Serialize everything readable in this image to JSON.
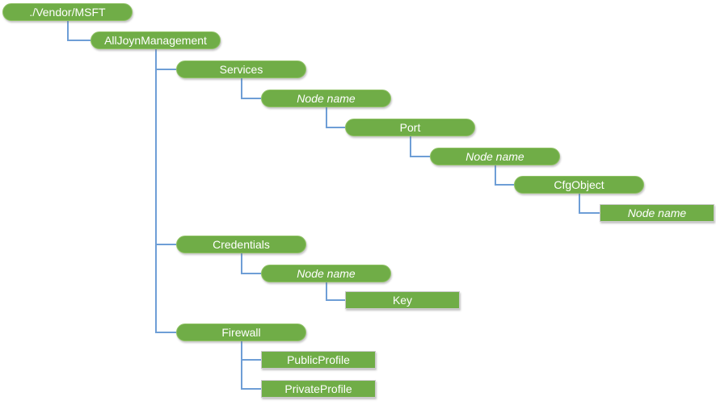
{
  "colors": {
    "node_fill": "#70AD47",
    "pill_border": "#8EC163",
    "rect_border": "#CBCBCB",
    "connector": "#6E9ED6",
    "node_text": "#FFFFFF"
  },
  "nodes": [
    {
      "id": "vendor-msft",
      "label": "./Vendor/MSFT",
      "shape": "pill",
      "italic": false,
      "level": 0,
      "row": 0,
      "parent": null
    },
    {
      "id": "alljoynmanagement",
      "label": "AllJoynManagement",
      "shape": "pill",
      "italic": false,
      "level": 1,
      "row": 1,
      "parent": "vendor-msft"
    },
    {
      "id": "services",
      "label": "Services",
      "shape": "pill",
      "italic": false,
      "level": 2,
      "row": 2,
      "parent": "alljoynmanagement"
    },
    {
      "id": "services-nodename",
      "label": "Node name",
      "shape": "pill",
      "italic": true,
      "level": 3,
      "row": 3,
      "parent": "services"
    },
    {
      "id": "port",
      "label": "Port",
      "shape": "pill",
      "italic": false,
      "level": 4,
      "row": 4,
      "parent": "services-nodename"
    },
    {
      "id": "port-nodename",
      "label": "Node name",
      "shape": "pill",
      "italic": true,
      "level": 5,
      "row": 5,
      "parent": "port"
    },
    {
      "id": "cfgobject",
      "label": "CfgObject",
      "shape": "pill",
      "italic": false,
      "level": 6,
      "row": 6,
      "parent": "port-nodename"
    },
    {
      "id": "cfgobject-nodename",
      "label": "Node name",
      "shape": "rect",
      "italic": true,
      "level": 7,
      "row": 7,
      "parent": "cfgobject"
    },
    {
      "id": "credentials",
      "label": "Credentials",
      "shape": "pill",
      "italic": false,
      "level": 2,
      "row": 8,
      "parent": "alljoynmanagement"
    },
    {
      "id": "credentials-nodename",
      "label": "Node name",
      "shape": "pill",
      "italic": true,
      "level": 3,
      "row": 9,
      "parent": "credentials"
    },
    {
      "id": "key",
      "label": "Key",
      "shape": "rect",
      "italic": false,
      "level": 4,
      "row": 10,
      "parent": "credentials-nodename"
    },
    {
      "id": "firewall",
      "label": "Firewall",
      "shape": "pill",
      "italic": false,
      "level": 2,
      "row": 11,
      "parent": "alljoynmanagement"
    },
    {
      "id": "publicprofile",
      "label": "PublicProfile",
      "shape": "rect",
      "italic": false,
      "level": 3,
      "row": 12,
      "parent": "firewall"
    },
    {
      "id": "privateprofile",
      "label": "PrivateProfile",
      "shape": "rect",
      "italic": false,
      "level": 3,
      "row": 13,
      "parent": "firewall"
    }
  ]
}
